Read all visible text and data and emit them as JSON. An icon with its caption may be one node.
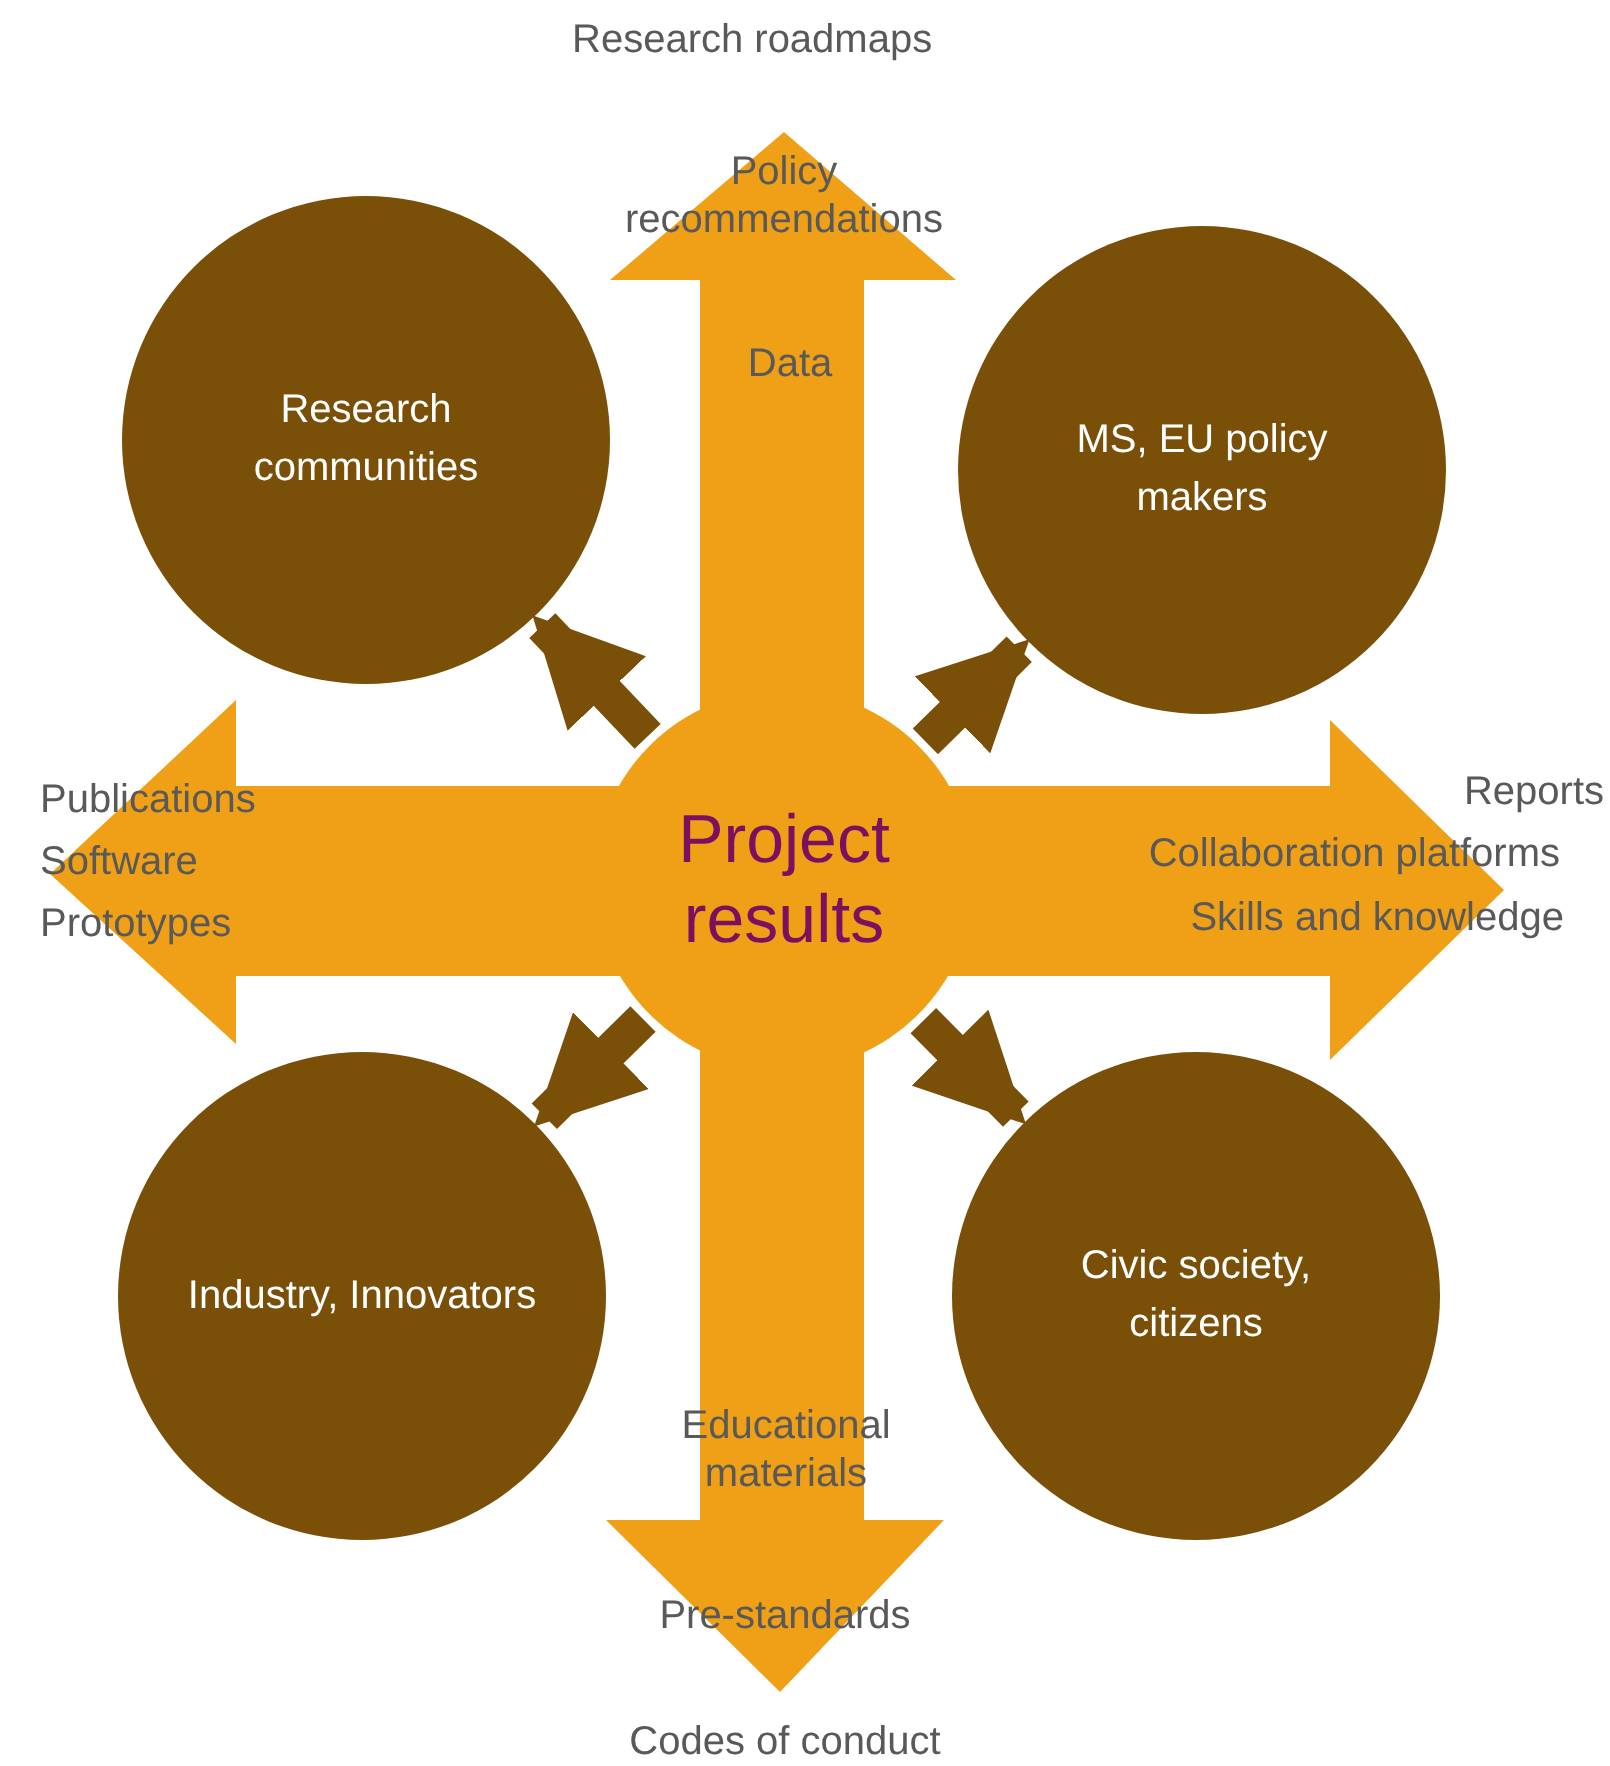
{
  "diagram": {
    "nodes": [
      {
        "text": [
          "Project results"
        ]
      },
      {
        "text": [
          "Research communities"
        ]
      },
      {
        "text": [
          "MS, EU policy makers"
        ]
      },
      {
        "text": [
          "Industry, Innovators"
        ]
      },
      {
        "text": [
          "Civic society, citizens"
        ]
      }
    ],
    "edges": [
      {
        "from": 0,
        "to": 1,
        "arrow": "to"
      },
      {
        "from": 0,
        "to": 2,
        "arrow": "to"
      },
      {
        "from": 0,
        "to": 3,
        "arrow": "to"
      },
      {
        "from": 0,
        "to": 4,
        "arrow": "to"
      }
    ],
    "labels": [
      "Research roadmaps",
      "Policy recommendations",
      "Data",
      "Publications",
      "Software",
      "Prototypes",
      "Reports",
      "Collaboration platforms",
      "Skills and knowledge",
      "Educational materials",
      "Pre-standards",
      "Codes of conduct"
    ]
  }
}
